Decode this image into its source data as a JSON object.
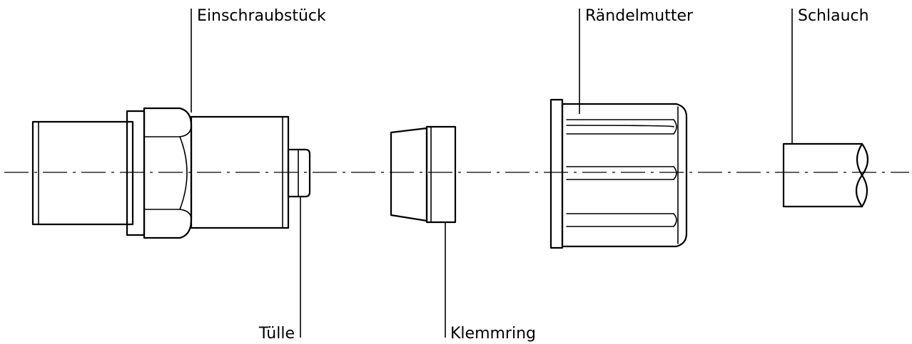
{
  "labels": {
    "einschraubstueck": "Einschraubstück",
    "raendelmutter": "Rändelmutter",
    "schlauch": "Schlauch",
    "tuelle": "Tülle",
    "klemmring": "Klemmring"
  }
}
